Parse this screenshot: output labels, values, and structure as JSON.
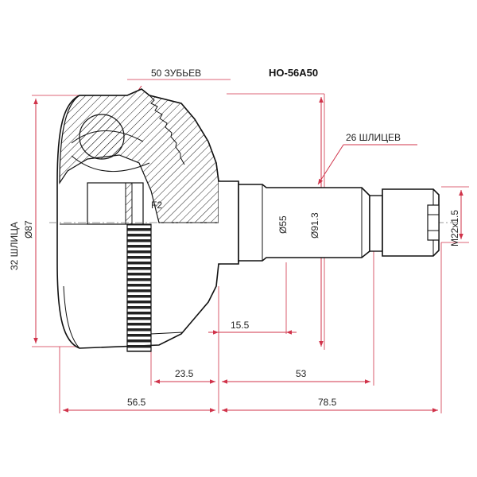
{
  "part_number": "HO-56A50",
  "labels": {
    "teeth": "50 ЗУБЬЕВ",
    "splines_right": "26 ШЛИЦЕВ",
    "splines_left": "32 ШЛИЦА",
    "diam_left": "Ø87",
    "f2": "F2",
    "diam_55": "Ø55",
    "diam_913": "Ø91.3",
    "thread": "M22x1.5",
    "d_155": "15.5",
    "d_235": "23.5",
    "d_53": "53",
    "d_565": "56.5",
    "d_785": "78.5"
  },
  "colors": {
    "dimension": "#d0334a",
    "outline": "#111111"
  }
}
